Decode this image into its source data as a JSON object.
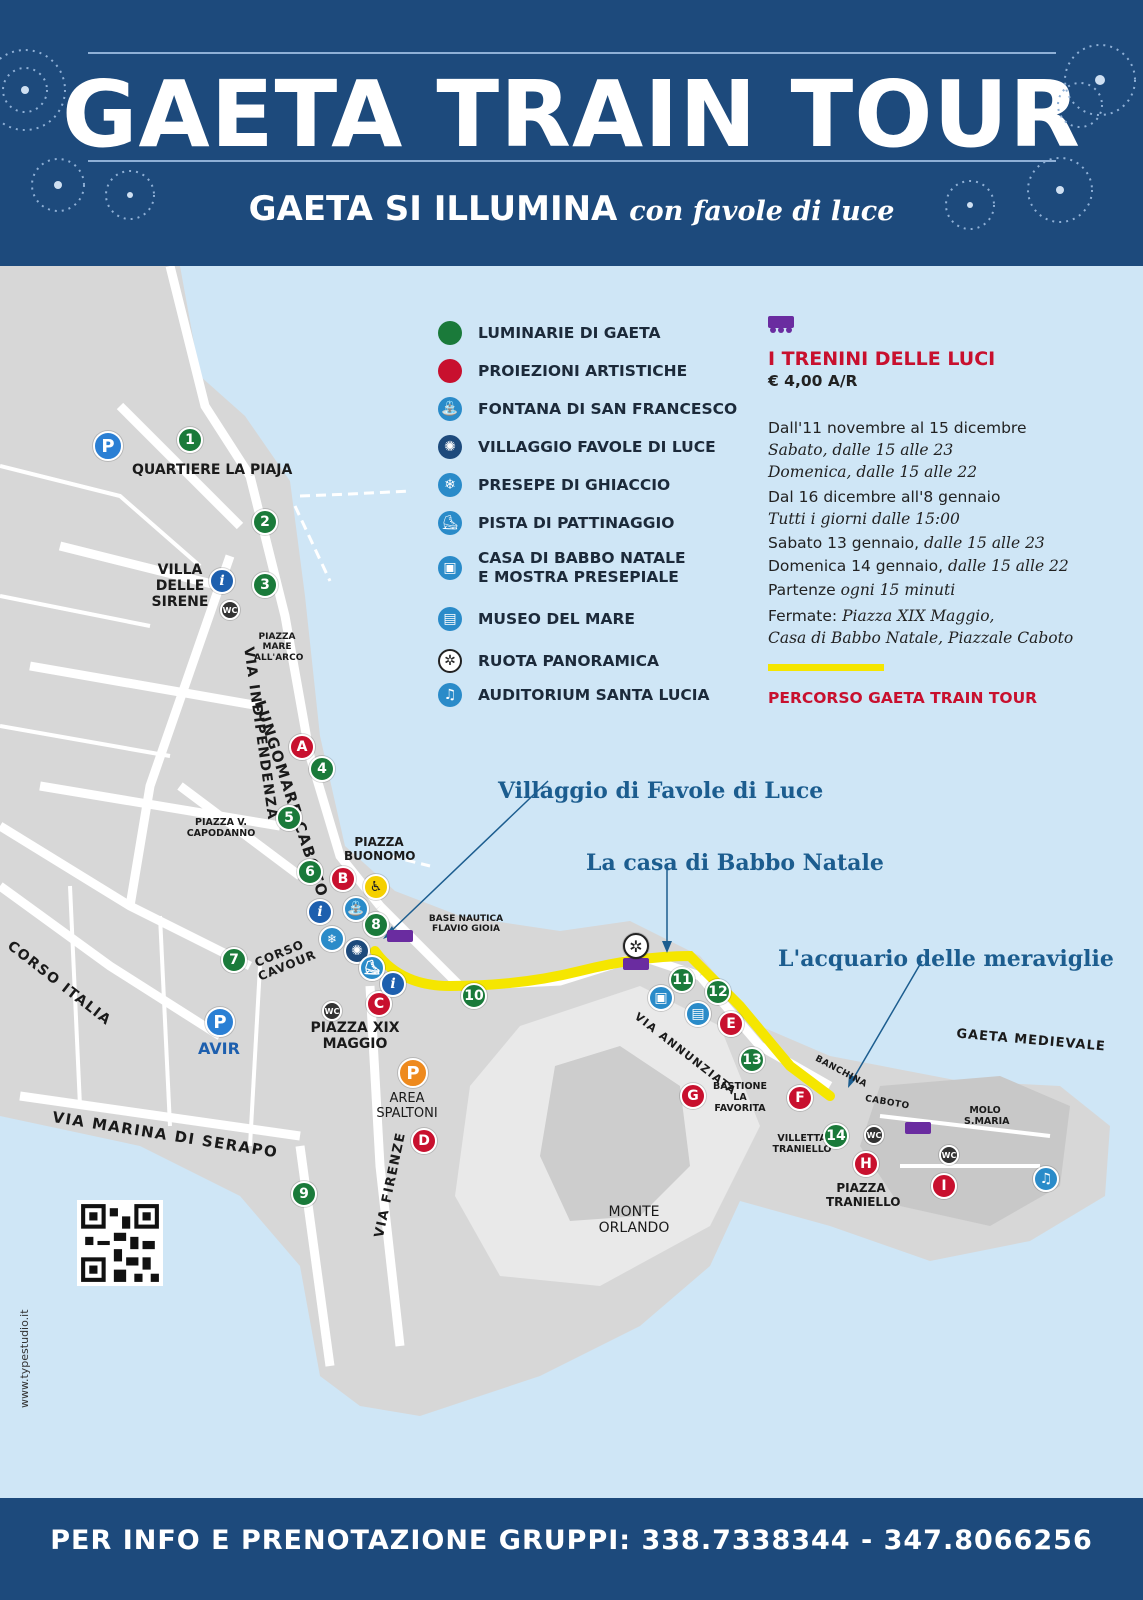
{
  "header": {
    "title": "GAETA TRAIN TOUR",
    "subtitle_main": "GAETA SI ILLUMINA",
    "subtitle_italic": "con favole di luce"
  },
  "legend": {
    "items": [
      {
        "label": "LUMINARIE DI GAETA",
        "color": "#1a7a3a",
        "icon": "green-dot-icon"
      },
      {
        "label": "PROIEZIONI ARTISTICHE",
        "color": "#c8102e",
        "icon": "red-dot-icon"
      },
      {
        "label": "FONTANA DI SAN FRANCESCO",
        "color": "#2a8bc9",
        "icon": "fountain-icon"
      },
      {
        "label": "VILLAGGIO FAVOLE DI LUCE",
        "color": "#1d4a7c",
        "icon": "sphere-icon"
      },
      {
        "label": "PRESEPE DI GHIACCIO",
        "color": "#2a8bc9",
        "icon": "snowflake-icon"
      },
      {
        "label": "PISTA DI PATTINAGGIO",
        "color": "#2a8bc9",
        "icon": "skate-icon"
      },
      {
        "label": "CASA DI BABBO NATALE E MOSTRA PRESEPIALE",
        "color": "#2a8bc9",
        "icon": "bus-icon"
      },
      {
        "label": "MUSEO DEL MARE",
        "color": "#2a8bc9",
        "icon": "book-icon"
      },
      {
        "label": "RUOTA PANORAMICA",
        "color": "#222222",
        "icon": "ferris-wheel-icon"
      },
      {
        "label": "AUDITORIUM SANTA LUCIA",
        "color": "#2a8bc9",
        "icon": "music-note-icon"
      }
    ]
  },
  "trains": {
    "title": "I TRENINI DELLE LUCI",
    "price": "€ 4,00 A/R",
    "schedule": [
      {
        "bold": "Dall'11 novembre al 15 dicembre",
        "italic": ""
      },
      {
        "bold": "",
        "italic": "Sabato, dalle 15 alle 23"
      },
      {
        "bold": "",
        "italic": "Domenica, dalle 15 alle 22"
      },
      {
        "bold": "Dal 16 dicembre all'8 gennaio",
        "italic": ""
      },
      {
        "bold": "",
        "italic": "Tutti i giorni dalle 15:00"
      },
      {
        "bold": "Sabato 13 gennaio,",
        "italic": " dalle 15 alle 23"
      },
      {
        "bold": "Domenica 14 gennaio,",
        "italic": " dalle 15 alle 22"
      },
      {
        "bold": "Partenze",
        "italic": " ogni 15 minuti"
      },
      {
        "bold": "Fermate:",
        "italic": " Piazza XIX Maggio,"
      },
      {
        "bold": "",
        "italic": "Casa di Babbo Natale, Piazzale Caboto"
      }
    ],
    "route_label": "PERCORSO GAETA TRAIN TOUR",
    "route_color": "#f5e600"
  },
  "callouts": {
    "villaggio": "Villaggio di Favole di Luce",
    "casa": "La casa di Babbo Natale",
    "acquario": "L'acquario delle meraviglie"
  },
  "places": {
    "quartiere": "QUARTIERE LA PIAJA",
    "villa": "VILLA DELLE SIRENE",
    "piazza_mare": "PIAZZA MARE ALL'ARCO",
    "piazza_capodanno": "PIAZZA V. CAPODANNO",
    "piazza_buonomo": "PIAZZA BUONOMO",
    "base_nautica": "BASE NAUTICA FLAVIO GIOIA",
    "piazza_xix": "PIAZZA XIX MAGGIO",
    "area_spaltoni": "AREA SPALTONI",
    "avir": "AVIR",
    "monte_orlando": "MONTE ORLANDO",
    "bastione": "BASTIONE LA FAVORITA",
    "villetta": "VILLETTA TRANIELLO",
    "piazza_traniello": "PIAZZA TRANIELLO",
    "molo": "MOLO S.MARIA",
    "gaeta_medievale": "GAETA MEDIEVALE"
  },
  "streets": {
    "lungomare": "LUNGOMARE CABOTO",
    "indipendenza": "VIA INDIPENDENZA",
    "corso_cavour": "CORSO CAVOUR",
    "corso_italia": "CORSO ITALIA",
    "marina": "VIA MARINA DI SERAPO",
    "firenze": "VIA FIRENZE",
    "annunziata": "VIA ANNUNZIATA",
    "banchina": "BANCHINA",
    "caboto": "CABOTO"
  },
  "markers": {
    "green": [
      "1",
      "2",
      "3",
      "4",
      "5",
      "6",
      "7",
      "8",
      "9",
      "10",
      "11",
      "12",
      "13",
      "14"
    ],
    "red": [
      "A",
      "B",
      "C",
      "D",
      "E",
      "F",
      "G",
      "H",
      "I"
    ],
    "parking": "P",
    "info": "i",
    "wc": "WC"
  },
  "footer": "PER INFO E PRENOTAZIONE GRUPPI: 338.7338344 - 347.8066256",
  "credit": "www.typestudio.it",
  "colors": {
    "header_bg": "#1d4a7c",
    "sea": "#cfe6f6",
    "land": "#d7d7d7",
    "road": "#ffffff"
  }
}
